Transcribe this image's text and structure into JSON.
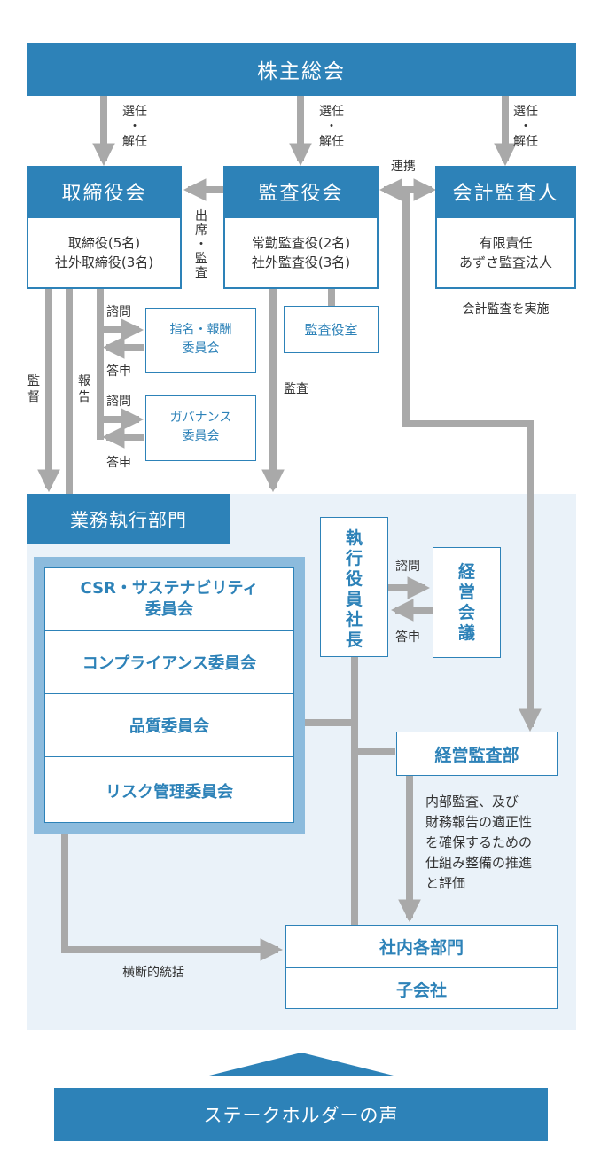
{
  "top": {
    "shareholders": "株主総会"
  },
  "elect": {
    "line1": "選任",
    "dot": "・",
    "line2": "解任"
  },
  "board": {
    "title": "取締役会",
    "line1": "取締役(5名)",
    "line2": "社外取締役(3名)"
  },
  "audit_board": {
    "title": "監査役会",
    "line1": "常勤監査役(2名)",
    "line2": "社外監査役(3名)"
  },
  "accounting_auditor": {
    "title": "会計監査人",
    "line1": "有限責任",
    "line2": "あずさ監査法人",
    "note": "会計監査を実施"
  },
  "renkei": "連携",
  "attend": {
    "a": "出",
    "b": "席",
    "c": "・",
    "d": "監",
    "e": "査"
  },
  "audit_office": "監査役室",
  "nomination_committee": {
    "line1": "指名・報酬",
    "line2": "委員会"
  },
  "governance_committee": {
    "line1": "ガバナンス",
    "line2": "委員会"
  },
  "consult": "諮問",
  "report_back": "答申",
  "supervise": {
    "a": "監",
    "b": "督"
  },
  "report": {
    "a": "報",
    "b": "告"
  },
  "audit_label": "監査",
  "execution_dept": "業務執行部門",
  "committees": [
    "CSR・サステナビリティ",
    "委員会",
    "コンプライアンス委員会",
    "品質委員会",
    "リスク管理委員会"
  ],
  "president": {
    "chars": [
      "執",
      "行",
      "役",
      "員",
      "社",
      "長"
    ]
  },
  "management_meeting": {
    "chars": [
      "経",
      "営",
      "会",
      "議"
    ]
  },
  "internal_audit": {
    "title": "経営監査部",
    "desc": [
      "内部監査、及び",
      "財務報告の適正性",
      "を確保するための",
      "仕組み整備の推進",
      "と評価"
    ]
  },
  "cross": "横断的統括",
  "departments": {
    "line1": "社内各部門",
    "line2": "子会社"
  },
  "stakeholders": "ステークホルダーの声",
  "colors": {
    "brand": "#2d82b8",
    "arrow": "#a9a9a9",
    "light_bg": "#eaf2f9",
    "frame": "#8cbbdd"
  }
}
